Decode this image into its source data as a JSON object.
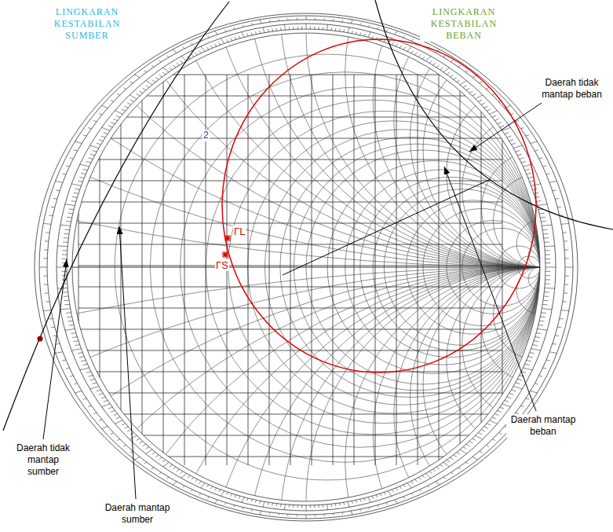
{
  "diagram": {
    "labels": [
      "LINGKARAN KESTABILAN SUMBER",
      "LINGKARAN KESTABILAN BEBAN",
      "Daerah tidak mantap beban",
      "Daerah mantap beban",
      "Daerah tidak mantap sumber",
      "Daerah mantap sumber",
      "2",
      "ΓL",
      "ΓS"
    ]
  }
}
